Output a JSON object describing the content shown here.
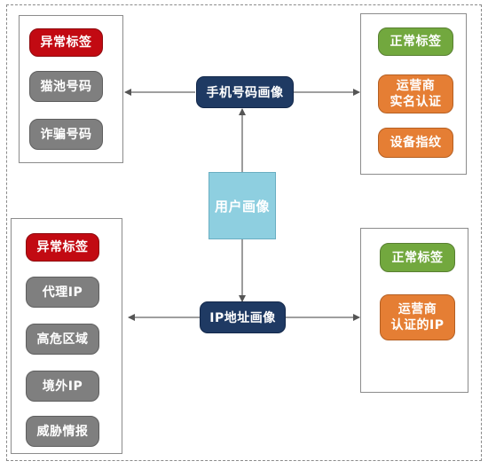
{
  "center": {
    "label": "用户画像"
  },
  "phone_hub": {
    "label": "手机号码画像"
  },
  "ip_hub": {
    "label": "IP地址画像"
  },
  "phone_abnormal": {
    "items": [
      {
        "label": "异常标签",
        "color": "red"
      },
      {
        "label": "猫池号码",
        "color": "gray"
      },
      {
        "label": "诈骗号码",
        "color": "gray"
      }
    ]
  },
  "phone_normal": {
    "items": [
      {
        "label": "正常标签",
        "color": "green"
      },
      {
        "label": "运营商\n实名认证",
        "color": "orange"
      },
      {
        "label": "设备指纹",
        "color": "orange"
      }
    ]
  },
  "ip_abnormal": {
    "items": [
      {
        "label": "异常标签",
        "color": "red"
      },
      {
        "label": "代理IP",
        "color": "gray"
      },
      {
        "label": "高危区域",
        "color": "gray"
      },
      {
        "label": "境外IP",
        "color": "gray"
      },
      {
        "label": "威胁情报",
        "color": "gray"
      }
    ]
  },
  "ip_normal": {
    "items": [
      {
        "label": "正常标签",
        "color": "green"
      },
      {
        "label": "运营商\n认证的IP",
        "color": "orange"
      }
    ]
  },
  "colors": {
    "red": "#c20a12",
    "gray": "#7f7f7f",
    "green": "#72a83e",
    "orange": "#e57e34",
    "hub": "#1f3a63",
    "core": "#8ecfe0"
  }
}
